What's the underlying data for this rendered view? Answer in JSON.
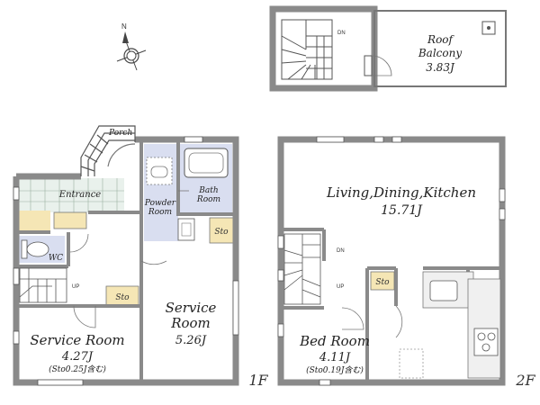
{
  "colors": {
    "wall": "#8a8a8a",
    "wall_dark": "#6f6f6f",
    "tile_fill": "#e9f1ec",
    "wet_fill": "#d9def0",
    "wood_fill": "#f5e6b5",
    "line": "#555555"
  },
  "compass": {
    "north": "N"
  },
  "roof": {
    "label": [
      "Roof",
      "Balcony",
      "3.83J"
    ],
    "dn": "DN"
  },
  "floor1": {
    "porch": "Porch",
    "entrance": "Entrance",
    "powder": [
      "Powder",
      "Room"
    ],
    "bath": [
      "Bath",
      "Room"
    ],
    "wc": "WC",
    "sto": "Sto",
    "sto_hall": "Sto",
    "up": "UP",
    "service_room_a": [
      "Service Room",
      "4.27J",
      "(Sto0.25J含む)"
    ],
    "service_room_b": [
      "Service",
      "Room",
      "5.26J"
    ],
    "floor_label": "1F"
  },
  "floor2": {
    "ldk": [
      "Living,Dining,Kitchen",
      "15.71J"
    ],
    "dn": "DN",
    "up": "UP",
    "sto": "Sto",
    "bed_room": [
      "Bed Room",
      "4.11J",
      "(Sto0.19J含む)"
    ],
    "floor_label": "2F"
  }
}
